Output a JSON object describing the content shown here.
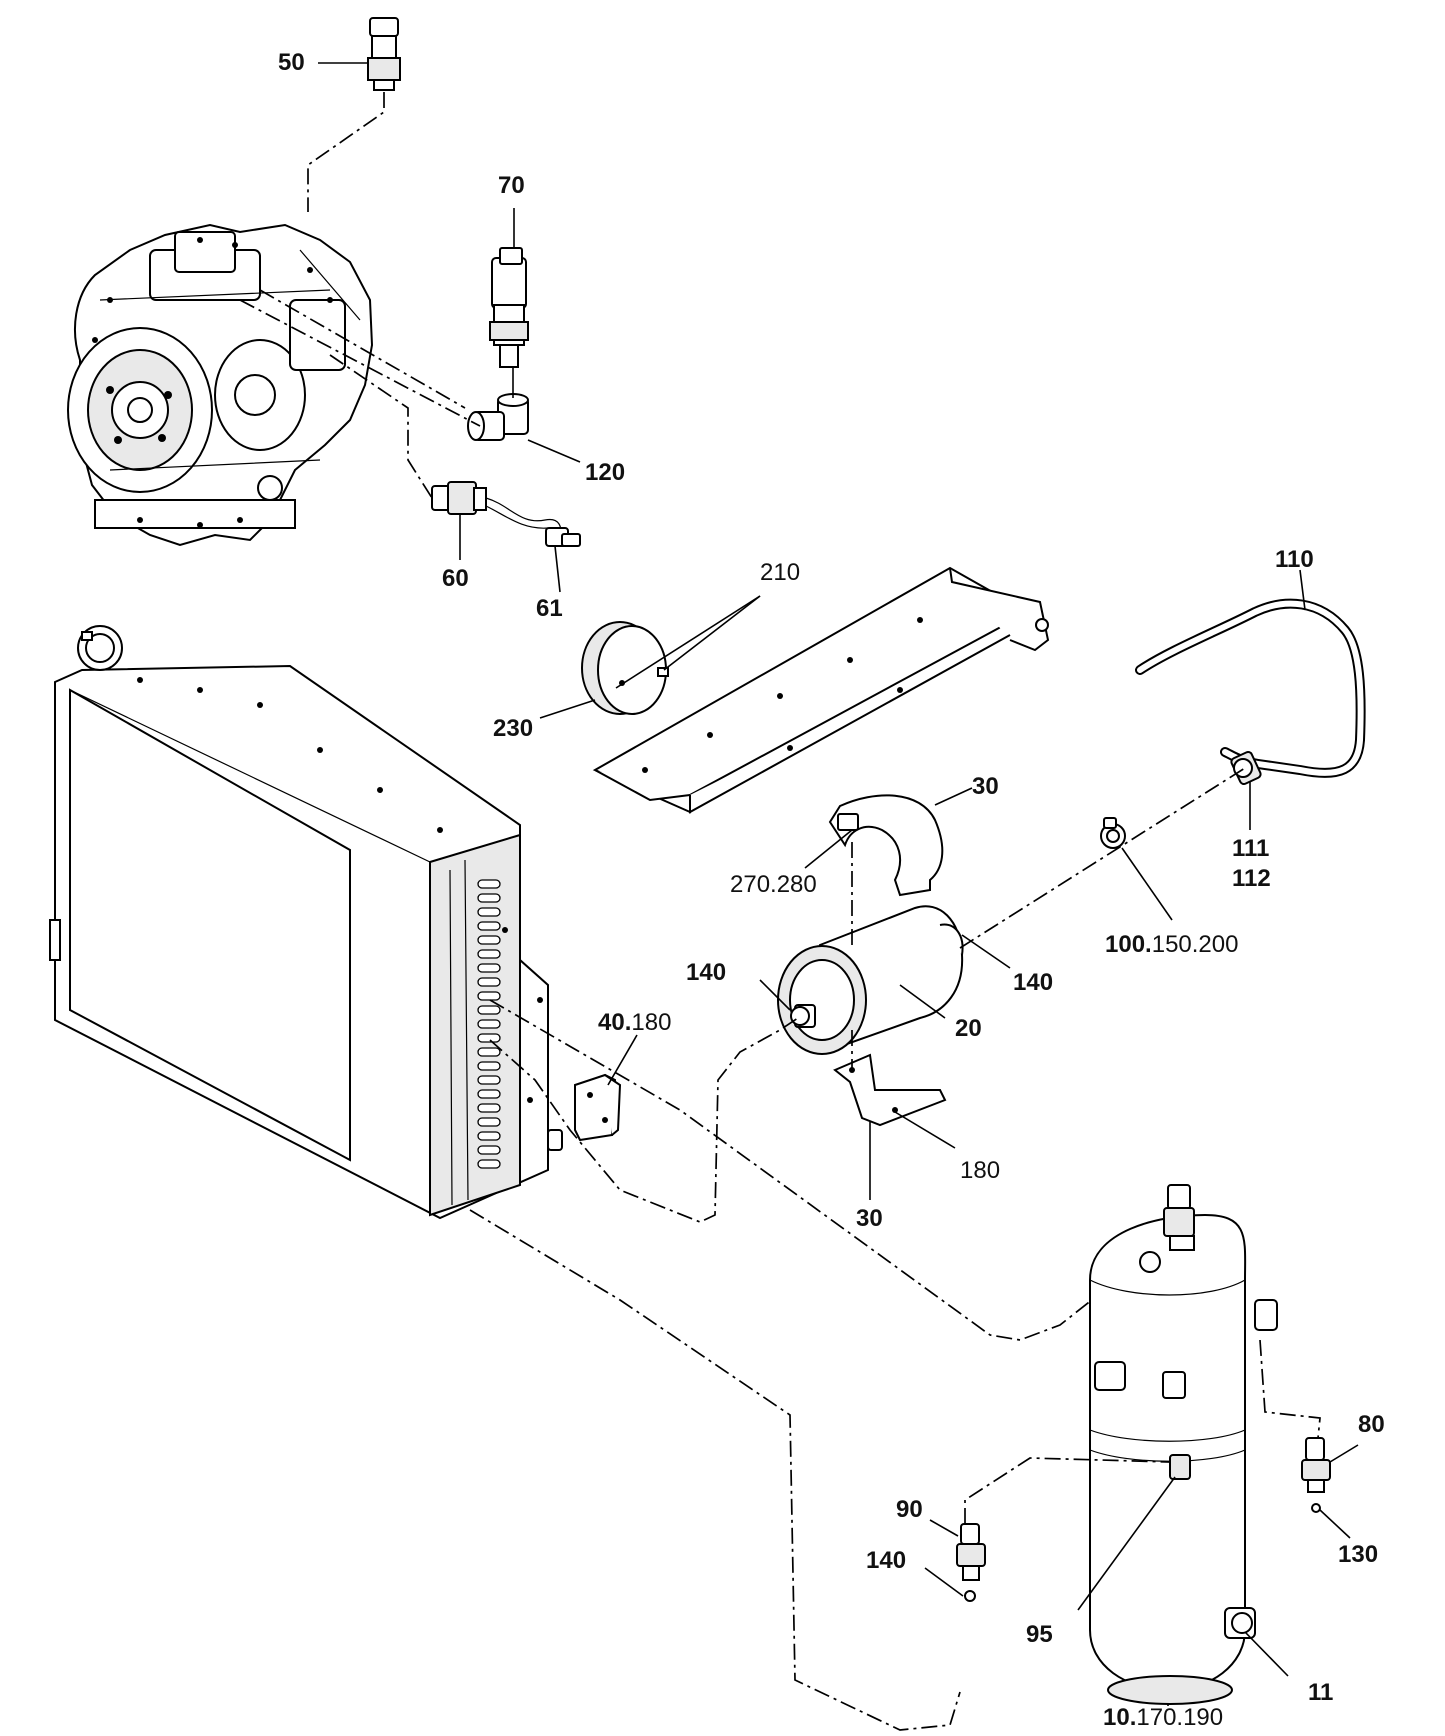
{
  "callouts": {
    "c50": {
      "bold": "50",
      "rest": ""
    },
    "c70": {
      "bold": "70",
      "rest": ""
    },
    "c120": {
      "bold": "120",
      "rest": ""
    },
    "c60": {
      "bold": "60",
      "rest": ""
    },
    "c61": {
      "bold": "61",
      "rest": ""
    },
    "c210": {
      "bold": "",
      "rest": "210"
    },
    "c230": {
      "bold": "230",
      "rest": ""
    },
    "c110": {
      "bold": "110",
      "rest": ""
    },
    "c30a": {
      "bold": "30",
      "rest": ""
    },
    "c270": {
      "bold": "",
      "rest": "270.280"
    },
    "c111": {
      "bold": "111",
      "rest": ""
    },
    "c112": {
      "bold": "112",
      "rest": ""
    },
    "c100": {
      "bold": "100.",
      "rest": "150.200"
    },
    "c140a": {
      "bold": "140",
      "rest": ""
    },
    "c140b": {
      "bold": "140",
      "rest": ""
    },
    "c40": {
      "bold": "40.",
      "rest": "180"
    },
    "c20": {
      "bold": "20",
      "rest": ""
    },
    "c180": {
      "bold": "",
      "rest": "180"
    },
    "c30b": {
      "bold": "30",
      "rest": ""
    },
    "c80": {
      "bold": "80",
      "rest": ""
    },
    "c90": {
      "bold": "90",
      "rest": ""
    },
    "c140c": {
      "bold": "140",
      "rest": ""
    },
    "c130": {
      "bold": "130",
      "rest": ""
    },
    "c95": {
      "bold": "95",
      "rest": ""
    },
    "c10": {
      "bold": "10.",
      "rest": "170.190"
    },
    "c11": {
      "bold": "11",
      "rest": ""
    }
  },
  "colors": {
    "ink": "#000000",
    "paper": "#ffffff"
  }
}
